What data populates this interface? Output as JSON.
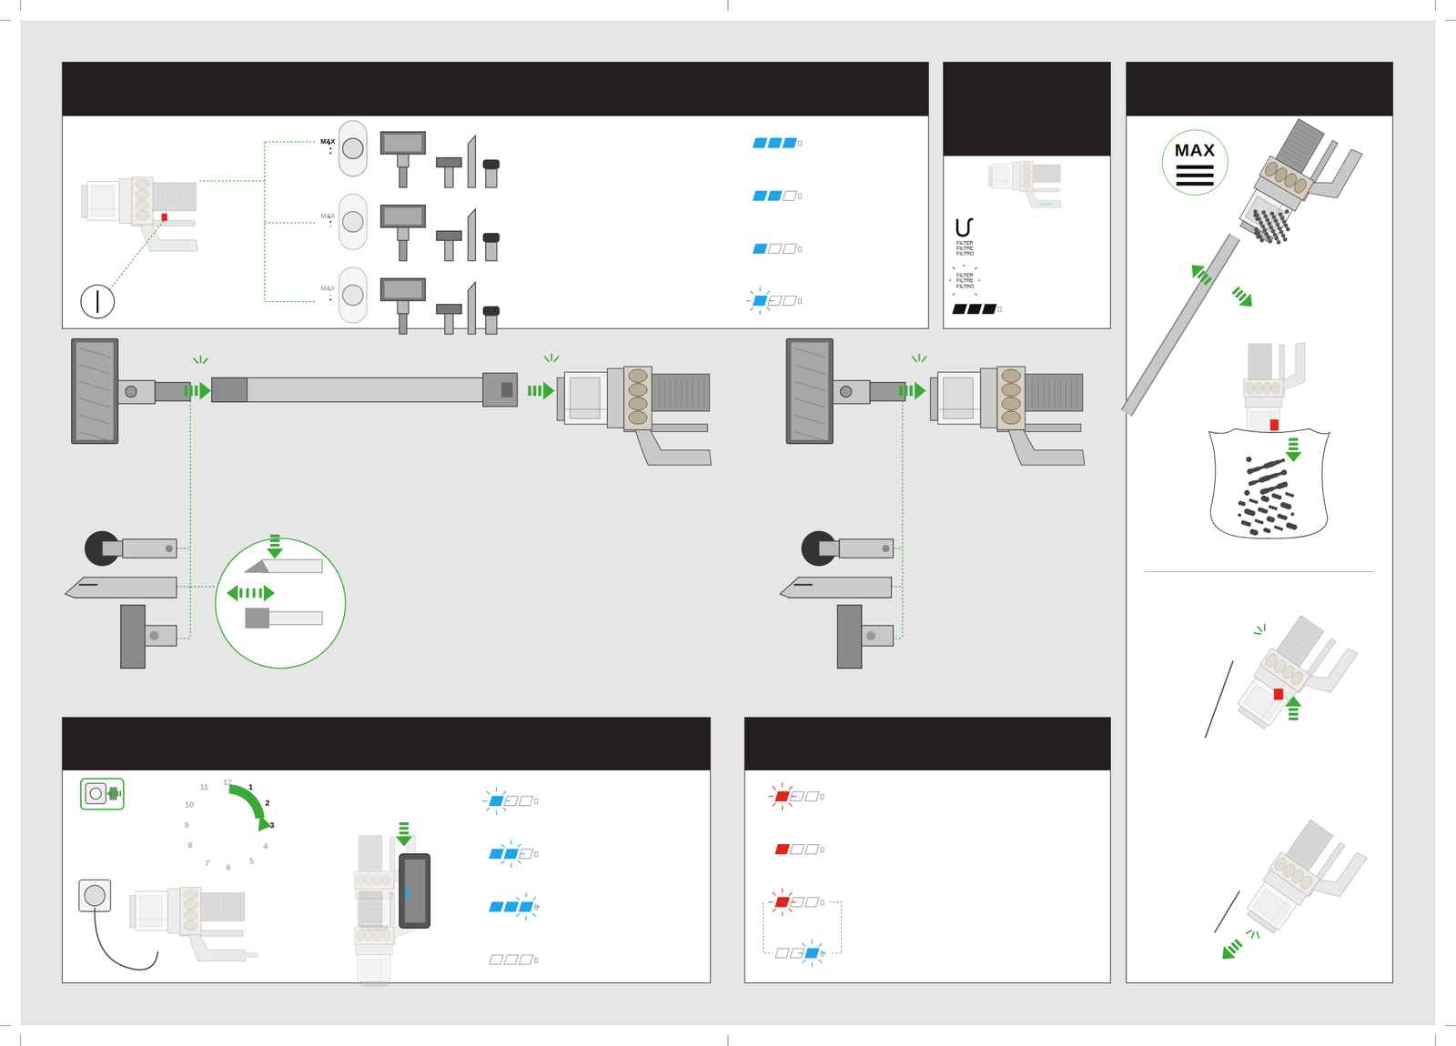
{
  "diagram": {
    "nodes": [
      {
        "text": [
          "MAX"
        ]
      }
    ],
    "edges": [],
    "labels": [
      "MAX",
      "MAX",
      "MAX",
      "FILTER FILTRE FILTRO",
      "FILTER FILTRE FILTRO",
      "11",
      "12",
      "1",
      "10",
      "2",
      "9",
      "3",
      "8",
      "4",
      "7",
      "6",
      "5"
    ]
  }
}
